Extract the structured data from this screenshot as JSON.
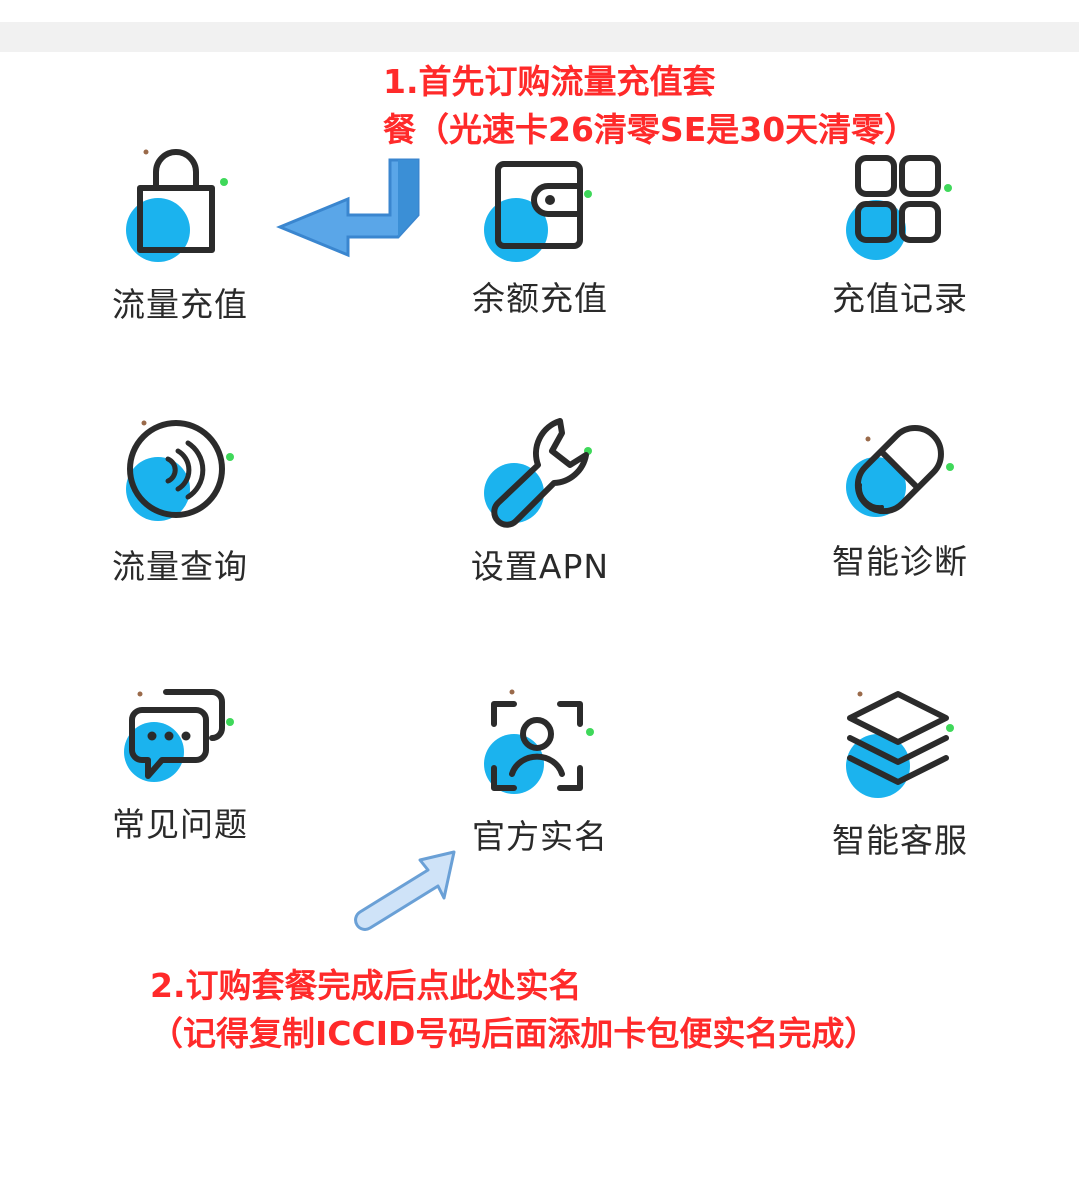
{
  "colors": {
    "accent_blue": "#1bb3ee",
    "icon_stroke": "#2b2b2b",
    "annotation_red": "#ff2a2a",
    "dot_green": "#3fd85a",
    "dot_brown": "#9a6a4a"
  },
  "annotations": {
    "step1_line1": "1.首先订购流量充值套",
    "step1_line2": "餐（光速卡26清零SE是30天清零）",
    "step2_line1": "2.订购套餐完成后点此处实名",
    "step2_line2": "（记得复制ICCID号码后面添加卡包便实名完成）"
  },
  "menu": [
    {
      "label": "流量充值",
      "icon": "shopping-bag-icon"
    },
    {
      "label": "余额充值",
      "icon": "wallet-icon"
    },
    {
      "label": "充值记录",
      "icon": "grid-squares-icon"
    },
    {
      "label": "流量查询",
      "icon": "signal-waves-icon"
    },
    {
      "label": "设置APN",
      "icon": "wrench-icon"
    },
    {
      "label": "智能诊断",
      "icon": "capsule-icon"
    },
    {
      "label": "常见问题",
      "icon": "chat-bubbles-icon"
    },
    {
      "label": "官方实名",
      "icon": "face-scan-icon"
    },
    {
      "label": "智能客服",
      "icon": "layers-icon"
    }
  ]
}
